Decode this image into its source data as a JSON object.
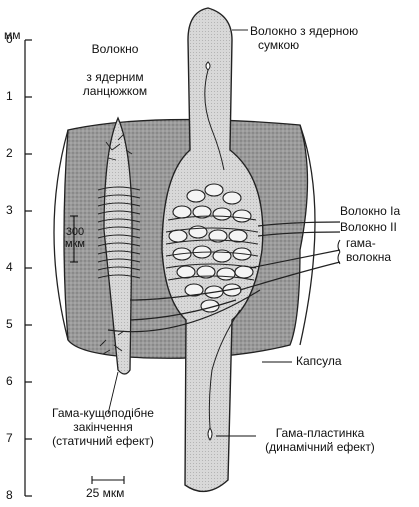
{
  "scale": {
    "unit": "мм",
    "ticks": [
      "0",
      "1",
      "2",
      "3",
      "4",
      "5",
      "6",
      "7",
      "8"
    ]
  },
  "labels": {
    "chain_fiber": [
      "Волокно",
      "з ядерним",
      "ланцюжком"
    ],
    "bag_fiber": [
      "Волокно з ядерною",
      "сумкою"
    ],
    "fiber_Ia": "Волокно Ia",
    "fiber_II": "Волокно II",
    "gamma_fibers": [
      "гама-",
      "волокна"
    ],
    "capsule": "Капсула",
    "gamma_trail": [
      "Гама-кущоподібне",
      "закінчення",
      "(статичний ефект)"
    ],
    "gamma_plate": [
      "Гама-пластинка",
      "(динамічний ефект)"
    ],
    "scalebar_300": [
      "300",
      "мкм"
    ],
    "scalebar_25": "25 мкм"
  }
}
